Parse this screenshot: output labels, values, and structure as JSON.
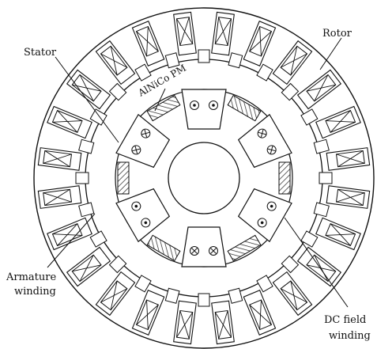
{
  "labels": {
    "stator": "Stator",
    "rotor": "Rotor",
    "pm": "AlNiCo PM",
    "armature_line1": "Armature",
    "armature_line2": "winding",
    "dc_line1": "DC field",
    "dc_line2": "winding"
  },
  "geometry": {
    "outer_slot_count": 24,
    "inner_teeth_count": 24,
    "salient_pole_count": 6,
    "pm_count": 6
  },
  "symbols": {
    "current_out": "dot-in-circle",
    "current_in": "cross-in-circle"
  }
}
